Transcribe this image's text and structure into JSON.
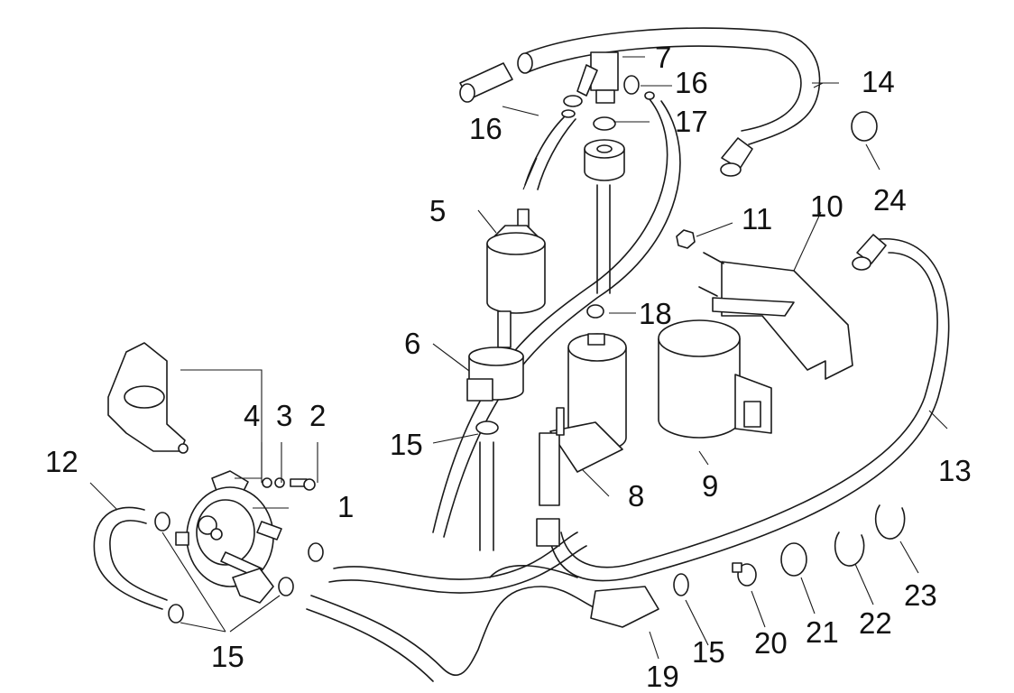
{
  "diagram": {
    "type": "exploded-parts-diagram",
    "subject": "fuel system assembly",
    "callouts": [
      "1",
      "2",
      "3",
      "4",
      "5",
      "6",
      "7",
      "8",
      "9",
      "10",
      "11",
      "12",
      "13",
      "14",
      "15",
      "16",
      "17",
      "18",
      "19",
      "20",
      "21",
      "22",
      "23",
      "24"
    ],
    "labels": {
      "l1": "1",
      "l2": "2",
      "l3": "3",
      "l4": "4",
      "l5": "5",
      "l6": "6",
      "l7": "7",
      "l8": "8",
      "l9": "9",
      "l10": "10",
      "l11": "11",
      "l12": "12",
      "l13": "13",
      "l14": "14",
      "l15a": "15",
      "l15b": "15",
      "l15c": "15",
      "l16a": "16",
      "l16b": "16",
      "l17": "17",
      "l18": "18",
      "l19": "19",
      "l20": "20",
      "l21": "21",
      "l22": "22",
      "l23": "23",
      "l24": "24"
    }
  }
}
